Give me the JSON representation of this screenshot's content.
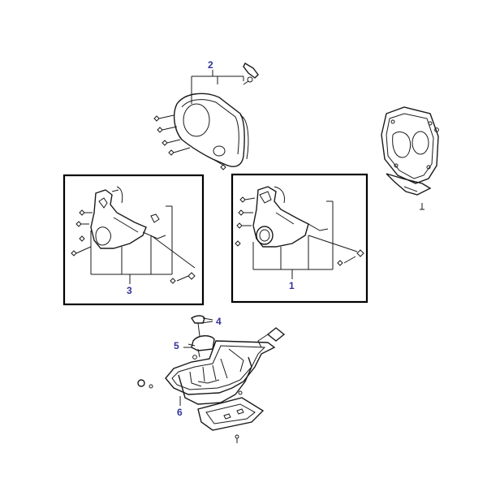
{
  "colors": {
    "callout": "#33339a",
    "line": "#1a1a1a",
    "background": "#ffffff"
  },
  "callouts": [
    {
      "id": "1",
      "label": "1"
    },
    {
      "id": "2",
      "label": "2"
    },
    {
      "id": "3",
      "label": "3"
    },
    {
      "id": "4",
      "label": "4"
    },
    {
      "id": "5",
      "label": "5"
    },
    {
      "id": "6",
      "label": "6"
    }
  ]
}
